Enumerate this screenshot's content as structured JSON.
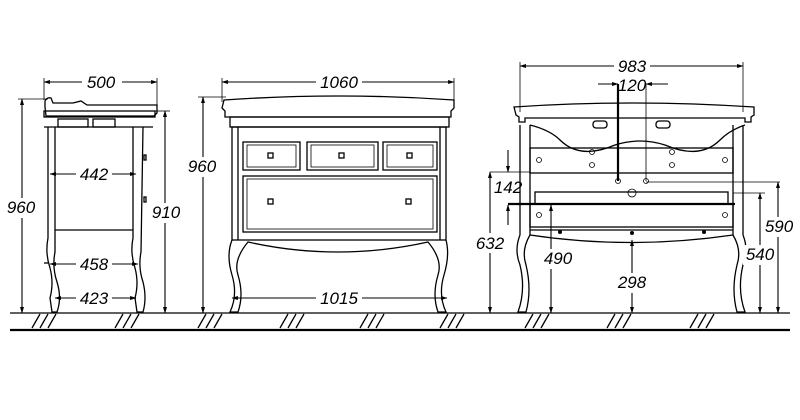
{
  "side_view": {
    "width_top": "500",
    "inner_width": "442",
    "leg_width_upper": "458",
    "leg_width_lower": "423",
    "height_total": "960",
    "height_body": "910"
  },
  "front_view": {
    "width_top": "1060",
    "width_base": "1015",
    "height_total": "960"
  },
  "back_view": {
    "width_top": "983",
    "outlet_spacing": "120",
    "offset": "142",
    "height_rail": "632",
    "height_drawer": "490",
    "clearance": "298",
    "height_540": "540",
    "height_590": "590"
  }
}
